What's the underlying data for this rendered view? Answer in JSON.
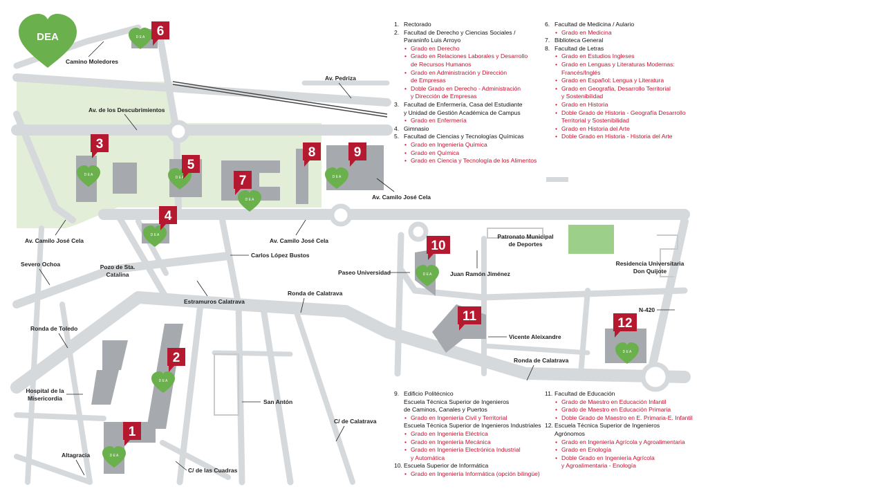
{
  "dea_label": "DEA",
  "dea_small_label": "D E A",
  "colors": {
    "pin": "#b5192f",
    "heart": "#6ab04c",
    "road": "#d6d9dc",
    "building": "#a6a9ad",
    "campus_green": "#e3eed8"
  },
  "pins": [
    "1",
    "2",
    "3",
    "4",
    "5",
    "6",
    "7",
    "8",
    "9",
    "10",
    "11",
    "12"
  ],
  "streets": {
    "camino_moledores": "Camino Moledores",
    "av_pedriza": "Av. Pedriza",
    "av_descubrimientos": "Av. de los Descubrimientos",
    "av_camilo_1": "Av. Camilo José Cela",
    "av_camilo_2": "Av. Camilo José Cela",
    "av_camilo_3": "Av. Camilo José Cela",
    "patronato": "Patronato Municipal de Deportes",
    "severo_ochoa": "Severo Ochoa",
    "pozo": "Pozo de Sta. Catalina",
    "carlos_lopez": "Carlos López Bustos",
    "paseo_universidad": "Paseo Universidad",
    "juan_ramon": "Juan Ramón Jiménez",
    "residencia": "Residencia Universitaria Don Quijote",
    "estramuros": "Estramuros Calatrava",
    "ronda_calatrava_1": "Ronda de Calatrava",
    "ronda_toledo": "Ronda de Toledo",
    "n420": "N-420",
    "vicente": "Vicente Aleixandre",
    "ronda_calatrava_2": "Ronda de Calatrava",
    "hospital": "Hospital de la Misericordia",
    "san_anton": "San Antón",
    "c_calatrava": "C/ de Calatrava",
    "altagracia": "Altagracia",
    "c_cuadras": "C/ de las Cuadras"
  },
  "legend_top_left": [
    {
      "num": "1.",
      "name": [
        "Rectorado"
      ],
      "degrees": []
    },
    {
      "num": "2.",
      "name": [
        "Facultad de Derecho y Ciencias Sociales /",
        "Paraninfo Luis Arroyo"
      ],
      "degrees": [
        [
          "Grado en Derecho"
        ],
        [
          "Grado en Relaciones Laborales y Desarrollo",
          "de Recursos Humanos"
        ],
        [
          "Grado en Administración y Dirección",
          "de Empresas"
        ],
        [
          "Doble Grado en Derecho - Administración",
          "y Dirección de Empresas"
        ]
      ]
    },
    {
      "num": "3.",
      "name": [
        "Facultad de Enfermería, Casa del Estudiante",
        "y Unidad de Gestión Académica de Campus"
      ],
      "degrees": [
        [
          "Grado en Enfermería"
        ]
      ]
    },
    {
      "num": "4.",
      "name": [
        "Gimnasio"
      ],
      "degrees": []
    },
    {
      "num": "5.",
      "name": [
        "Facultad de Ciencias y Tecnologías Químicas"
      ],
      "degrees": [
        [
          "Grado en Ingeniería Química"
        ],
        [
          "Grado en Química"
        ],
        [
          "Grado en Ciencia y Tecnología de los Alimentos"
        ]
      ]
    }
  ],
  "legend_top_right": [
    {
      "num": "6.",
      "name": [
        "Facultad de Medicina / Aulario"
      ],
      "degrees": [
        [
          "Grado en Medicina"
        ]
      ]
    },
    {
      "num": "7.",
      "name": [
        "Biblioteca General"
      ],
      "degrees": []
    },
    {
      "num": "8.",
      "name": [
        "Facultad de Letras"
      ],
      "degrees": [
        [
          "Grado en Estudios Ingleses"
        ],
        [
          "Grado en Lenguas y Literaturas Modernas:",
          "Francés/Inglés"
        ],
        [
          "Grado en Español: Lengua y Literatura"
        ],
        [
          "Grado en Geografía, Desarrollo Territorial",
          "y Sostenibilidad"
        ],
        [
          "Grado en Historia"
        ],
        [
          "Doble Grado de Historia - Geografía Desarrollo",
          "Territorial y Sostenibilidad"
        ],
        [
          "Grado en Historia del Arte"
        ],
        [
          "Doble Grado en Historia - Historia del Arte"
        ]
      ]
    }
  ],
  "legend_bottom_left": {
    "num": "9.",
    "title": "Edificio Politécnico",
    "schools": [
      {
        "name": [
          "Escuela Técnica Superior de Ingenieros",
          "de Caminos, Canales y Puertos"
        ],
        "degrees": [
          [
            "Grado en Ingeniería Civil y Territorial"
          ]
        ]
      },
      {
        "name": [
          "Escuela Técnica Superior de Ingenieros Industriales"
        ],
        "degrees": [
          [
            "Grado en Ingeniería Eléctrica"
          ],
          [
            "Grado en Ingeniería Mecánica"
          ],
          [
            "Grado en Ingeniería Electrónica Industrial",
            "y Automática"
          ]
        ]
      }
    ],
    "item10": {
      "num": "10.",
      "name": [
        "Escuela Superior de Informática"
      ],
      "degrees": [
        [
          "Grado en Ingeniería Informática (opción bilingüe)"
        ]
      ]
    }
  },
  "legend_bottom_right": [
    {
      "num": "11.",
      "name": [
        "Facultad de Educación"
      ],
      "degrees": [
        [
          "Grado de Maestro en Educación Infantil"
        ],
        [
          "Grado de Maestro en Educación Primaria"
        ],
        [
          "Doble Grado de Maestro en E. Primaria-E. Infantil"
        ]
      ]
    },
    {
      "num": "12.",
      "name": [
        "Escuela Técnica Superior de Ingenieros",
        "Agrónomos"
      ],
      "degrees": [
        [
          "Grado en Ingeniería Agrícola y Agroalimentaria"
        ],
        [
          "Grado en Enología"
        ],
        [
          "Doble Grado en Ingeniería Agrícola",
          "y Agroalimentaria - Enología"
        ]
      ]
    }
  ]
}
